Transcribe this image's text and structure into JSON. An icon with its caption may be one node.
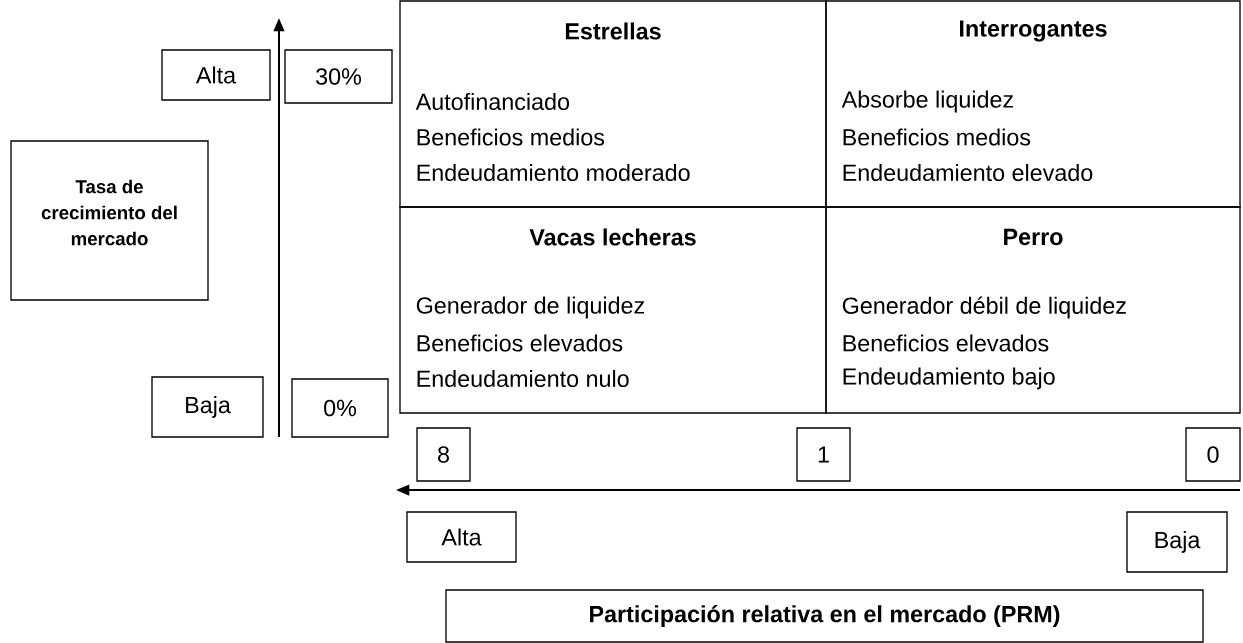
{
  "diagram": {
    "nodes": [
      {
        "text": [
          "Alta"
        ]
      },
      {
        "text": [
          "30%"
        ]
      },
      {
        "text": [
          "Tasa de crecimiento del mercado"
        ]
      },
      {
        "text": [
          "Baja"
        ]
      },
      {
        "text": [
          "0%"
        ]
      },
      {
        "text": [
          "Estrellas",
          "Autofinanciado",
          "Beneficios medios",
          "Endeudamiento moderado"
        ]
      },
      {
        "text": [
          "Interrogantes",
          "Absorbe liquidez",
          "Beneficios medios",
          "Endeudamiento elevado"
        ]
      },
      {
        "text": [
          "Vacas lecheras",
          "Generador de liquidez",
          "Beneficios elevados",
          "Endeudamiento nulo"
        ]
      },
      {
        "text": [
          "Perro",
          "Generador débil de liquidez",
          "Beneficios elevados",
          "Endeudamiento bajo"
        ]
      },
      {
        "text": [
          "8"
        ]
      },
      {
        "text": [
          "1"
        ]
      },
      {
        "text": [
          "0"
        ]
      },
      {
        "text": [
          "Alta"
        ]
      },
      {
        "text": [
          "Baja"
        ]
      },
      {
        "text": [
          "Participación relativa en el mercado (PRM)"
        ]
      }
    ],
    "edges": []
  }
}
